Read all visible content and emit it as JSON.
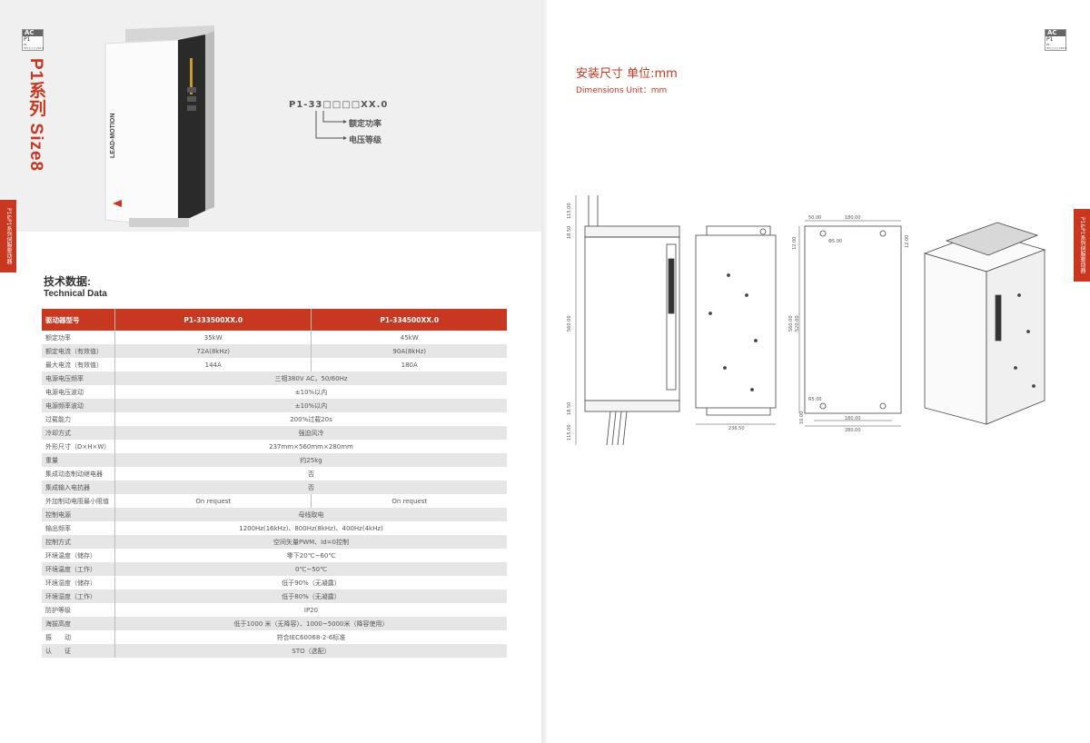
{
  "left": {
    "badge": {
      "line1": "AC",
      "line2": "P1",
      "line3": "P1-33□□□□XX.0"
    },
    "series_title": "P1系列 Size8",
    "side_tab": "P1&P1系列伺服驱动器",
    "product": {
      "brand": "LEAD-MOTION"
    },
    "model_code": "P1-33□□□□XX.0",
    "model_code_labels": [
      "额定功率",
      "电压等级"
    ],
    "tech_title_zh": "技术数据:",
    "tech_title_en": "Technical Data",
    "table": {
      "header": [
        "驱动器型号",
        "P1-333500XX.0",
        "P1-334500XX.0"
      ],
      "rows": [
        {
          "label": "额定功率",
          "values": [
            "35kW",
            "45kW"
          ]
        },
        {
          "label": "额定电流（有效值）",
          "values": [
            "72A(8kHz)",
            "90A(8kHz)"
          ]
        },
        {
          "label": "最大电流（有效值）",
          "values": [
            "144A",
            "180A"
          ]
        },
        {
          "label": "电源电压频率",
          "values": [
            "三相380V AC，50/60Hz"
          ]
        },
        {
          "label": "电源电压波动",
          "values": [
            "±10%以内"
          ]
        },
        {
          "label": "电源频率波动",
          "values": [
            "±10%以内"
          ]
        },
        {
          "label": "过载能力",
          "values": [
            "200%过载20s"
          ]
        },
        {
          "label": "冷却方式",
          "values": [
            "强迫风冷"
          ]
        },
        {
          "label": "外形尺寸（D×H×W）",
          "values": [
            "237mm×560mm×280mm"
          ]
        },
        {
          "label": "重量",
          "values": [
            "约25kg"
          ]
        },
        {
          "label": "集成动态制动继电器",
          "values": [
            "否"
          ]
        },
        {
          "label": "集成输入电抗器",
          "values": [
            "否"
          ]
        },
        {
          "label": "外加制动电阻最小阻值",
          "values": [
            "On request",
            "On request"
          ]
        },
        {
          "label": "控制电源",
          "values": [
            "母线取电"
          ]
        },
        {
          "label": "输出频率",
          "values": [
            "1200Hz(16kHz)、800Hz(8kHz)、400Hz(4kHz)"
          ]
        },
        {
          "label": "控制方式",
          "values": [
            "空间矢量PWM、Id=0控制"
          ]
        },
        {
          "label": "环境温度（储存）",
          "values": [
            "零下20℃~60℃"
          ]
        },
        {
          "label": "环境温度（工作）",
          "values": [
            "0℃~50℃"
          ]
        },
        {
          "label": "环境湿度（储存）",
          "values": [
            "低于90%（无凝露）"
          ]
        },
        {
          "label": "环境湿度（工作）",
          "values": [
            "低于80%（无凝露）"
          ]
        },
        {
          "label": "防护等级",
          "values": [
            "IP20"
          ]
        },
        {
          "label": "海拔高度",
          "values": [
            "低于1000 米（无降容）、1000~5000米（降容使用）"
          ]
        },
        {
          "label": "振　　动",
          "values": [
            "符合IEC60068-2-6标准"
          ]
        },
        {
          "label": "认　　证",
          "values": [
            "STO（选配）"
          ]
        }
      ]
    }
  },
  "right": {
    "badge": {
      "line1": "AC",
      "line2": "P1",
      "line3": "P1-33□□□□XX.0"
    },
    "side_tab": "P1&P1系列伺服驱动器",
    "dim_title_zh": "安装尺寸 单位:mm",
    "dim_title_en": "Dimensions  Unit：mm",
    "dims": {
      "front": {
        "top_lead": "115.00",
        "top_offset": "18.50",
        "height": "560.00",
        "bottom_offset": "18.50",
        "bottom_lead": "115.00"
      },
      "side": {
        "depth": "236.50"
      },
      "rear": {
        "top_left": "50.00",
        "top_span": "180.00",
        "hole": "Φ5.00",
        "hole_offset": "12.00",
        "right_offset": "12.00",
        "height_a": "560.00",
        "height_b": "520.00",
        "corner": "R5.00",
        "bottom_span": "180.00",
        "width": "280.00",
        "bottom_offset": "10.00"
      }
    },
    "colors": {
      "accent": "#c8371f"
    }
  }
}
